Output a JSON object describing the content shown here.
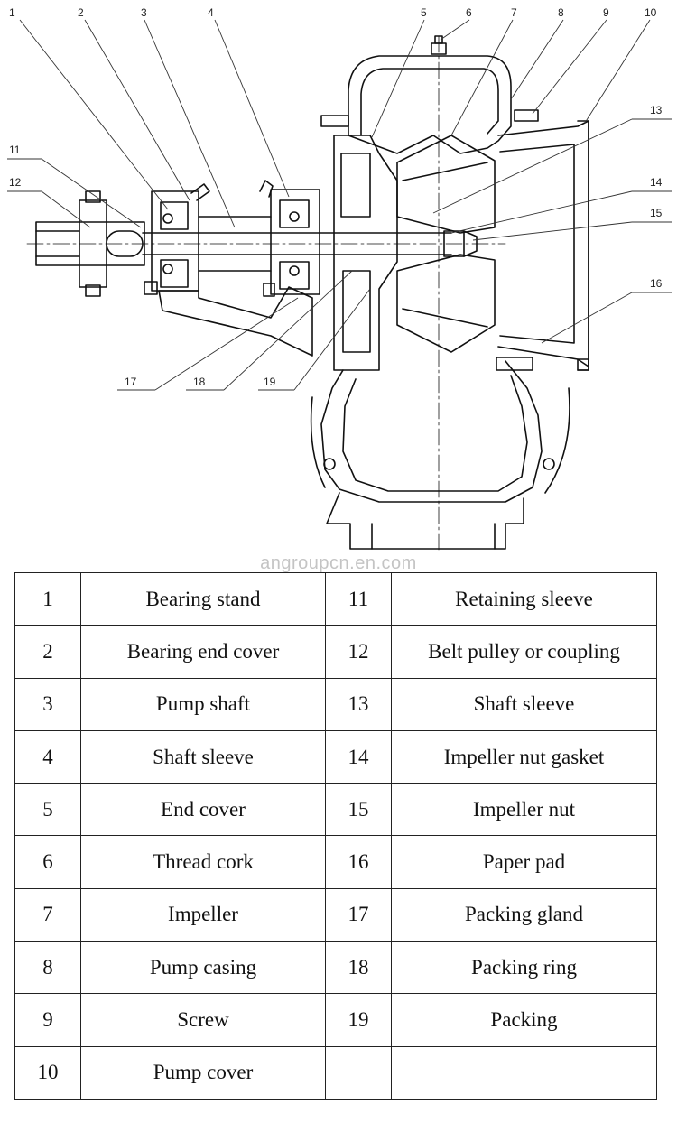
{
  "callouts": [
    "1",
    "2",
    "3",
    "4",
    "5",
    "6",
    "7",
    "8",
    "9",
    "10",
    "11",
    "12",
    "13",
    "14",
    "15",
    "16",
    "17",
    "18",
    "19"
  ],
  "watermark": "angroupcn.en.com",
  "parts_table": {
    "rows": [
      {
        "left_no": "1",
        "left_name": "Bearing stand",
        "right_no": "11",
        "right_name": "Retaining sleeve"
      },
      {
        "left_no": "2",
        "left_name": "Bearing end cover",
        "right_no": "12",
        "right_name": "Belt pulley or coupling"
      },
      {
        "left_no": "3",
        "left_name": "Pump shaft",
        "right_no": "13",
        "right_name": "Shaft sleeve"
      },
      {
        "left_no": "4",
        "left_name": "Shaft sleeve",
        "right_no": "14",
        "right_name": "Impeller nut gasket"
      },
      {
        "left_no": "5",
        "left_name": "End cover",
        "right_no": "15",
        "right_name": "Impeller nut"
      },
      {
        "left_no": "6",
        "left_name": "Thread cork",
        "right_no": "16",
        "right_name": "Paper pad"
      },
      {
        "left_no": "7",
        "left_name": "Impeller",
        "right_no": "17",
        "right_name": "Packing gland"
      },
      {
        "left_no": "8",
        "left_name": "Pump casing",
        "right_no": "18",
        "right_name": "Packing ring"
      },
      {
        "left_no": "9",
        "left_name": "Screw",
        "right_no": "19",
        "right_name": "Packing"
      },
      {
        "left_no": "10",
        "left_name": "Pump cover",
        "right_no": "",
        "right_name": ""
      }
    ]
  }
}
